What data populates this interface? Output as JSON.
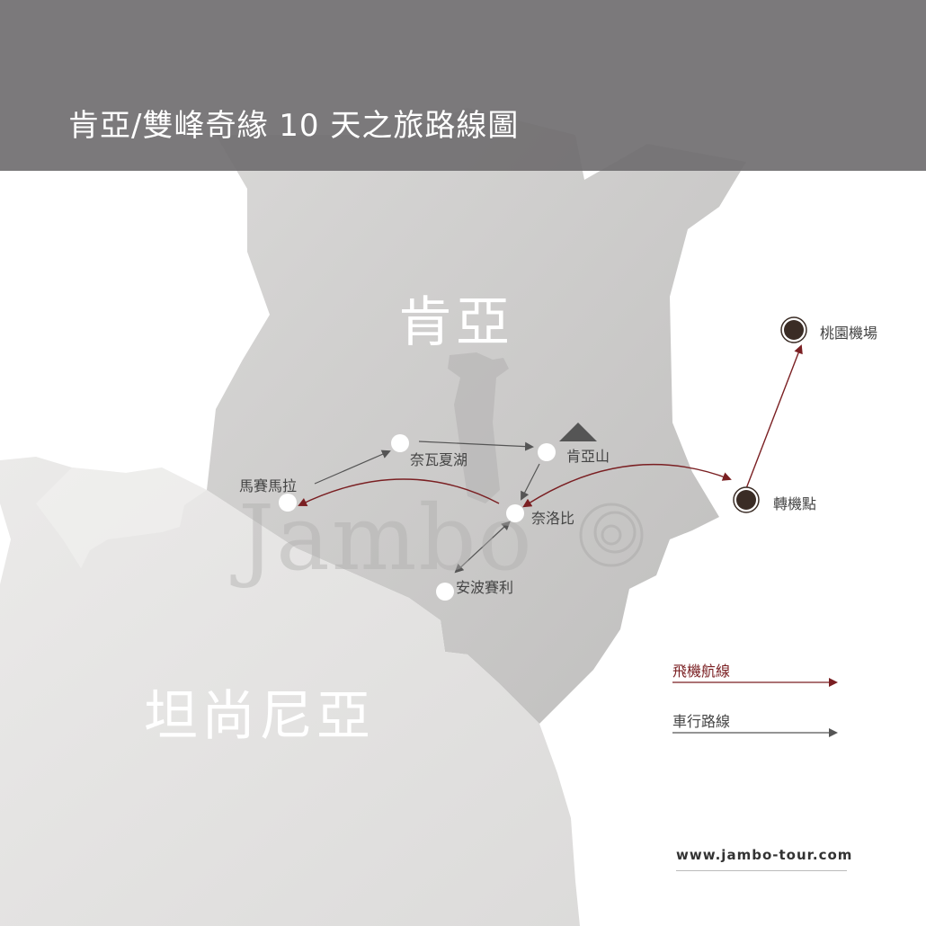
{
  "header": {
    "title": "肯亞/雙峰奇緣 10 天之旅路線圖"
  },
  "countries": {
    "kenya": "肯亞",
    "tanzania": "坦尚尼亞"
  },
  "watermark": {
    "text": "Jambo"
  },
  "places": {
    "maasai_mara": "馬賽馬拉",
    "lake_naivasha": "奈瓦夏湖",
    "mount_kenya": "肯亞山",
    "nairobi": "奈洛比",
    "amboseli": "安波賽利",
    "taoyuan_airport": "桃園機場",
    "transfer_point": "轉機點"
  },
  "legend": {
    "flight_route": "飛機航線",
    "drive_route": "車行路線"
  },
  "footer": {
    "website": "www.jambo-tour.com"
  },
  "colors": {
    "header_bg": "#706e70",
    "flight_route": "#7a1f22",
    "drive_route": "#555555",
    "kenya_fill": "#c8c7c6",
    "tanzania_fill": "#e6e5e4",
    "airport_marker": "#3a2c25"
  }
}
